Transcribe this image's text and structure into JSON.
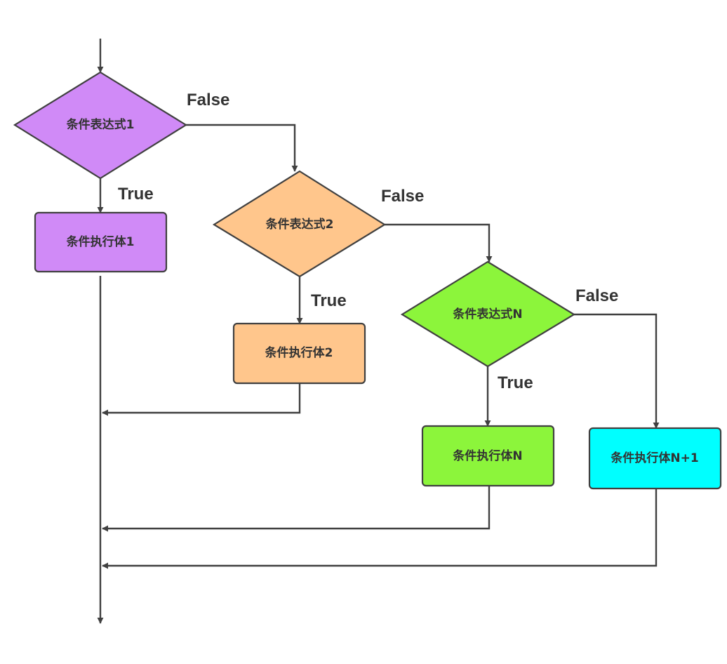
{
  "nodes": {
    "cond1": {
      "label": "条件表达式1"
    },
    "body1": {
      "label": "条件执行体1"
    },
    "cond2": {
      "label": "条件表达式2"
    },
    "body2": {
      "label": "条件执行体2"
    },
    "condN": {
      "label": "条件表达式N"
    },
    "bodyN": {
      "label": "条件执行体N"
    },
    "bodyN1": {
      "label": "条件执行体N+1"
    }
  },
  "edge_labels": {
    "cond1_true": "True",
    "cond1_false": "False",
    "cond2_true": "True",
    "cond2_false": "False",
    "condN_true": "True",
    "condN_false": "False"
  },
  "colors": {
    "level1": "#D08AF7",
    "level2": "#FFC68C",
    "levelN": "#8CF53B",
    "else": "#00FFFF",
    "line": "#404040",
    "text": "#333333"
  }
}
